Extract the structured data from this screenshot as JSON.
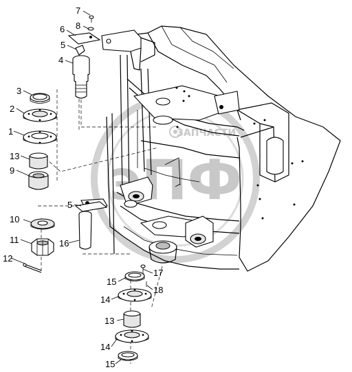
{
  "watermark": {
    "brand": "ЗАПЧАСТИ",
    "logo_text": "эПФ"
  },
  "callouts": [
    "7",
    "8",
    "6",
    "5",
    "4",
    "3",
    "2",
    "1",
    "13",
    "9",
    "5",
    "16",
    "10",
    "11",
    "12",
    "15",
    "14",
    "17",
    "18",
    "13",
    "14",
    "15"
  ],
  "icons": {
    "logo": "seal-logo-icon"
  },
  "colors": {
    "line": "#000000",
    "watermark": "#c8c8c8",
    "fill": "#e6e6e6"
  }
}
